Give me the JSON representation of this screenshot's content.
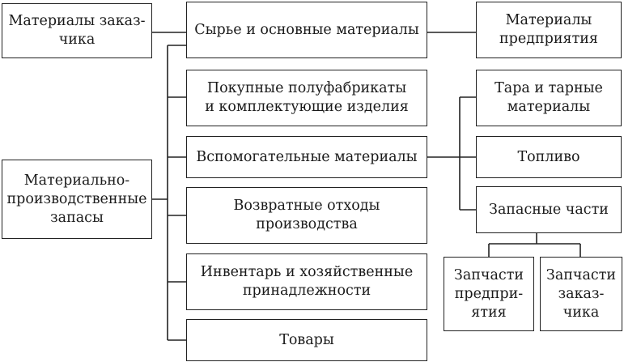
{
  "nodes": {
    "customer_materials": [
      "Материалы заказ-",
      "чика"
    ],
    "raw_materials": [
      "Сырье и основные материалы"
    ],
    "enterprise_materials": [
      "Материалы",
      "предприятия"
    ],
    "purchased_semi": [
      "Покупные полуфабрикаты",
      "и комплектующие изделия"
    ],
    "packaging": [
      "Тара и тарные",
      "материалы"
    ],
    "auxiliary": [
      "Вспомогательные материалы"
    ],
    "fuel": [
      "Топливо"
    ],
    "inventories": [
      "Материально-",
      "производственные",
      "запасы"
    ],
    "spare_parts": [
      "Запасные части"
    ],
    "return_waste": [
      "Возвратные отходы",
      "производства"
    ],
    "tools_supplies": [
      "Инвентарь и хозяйственные",
      "принадлежности"
    ],
    "goods": [
      "Товары"
    ],
    "spare_enterprise": [
      "Запчасти",
      "предпри-",
      "ятия"
    ],
    "spare_customer": [
      "Запчасти",
      "заказ-",
      "чика"
    ]
  }
}
